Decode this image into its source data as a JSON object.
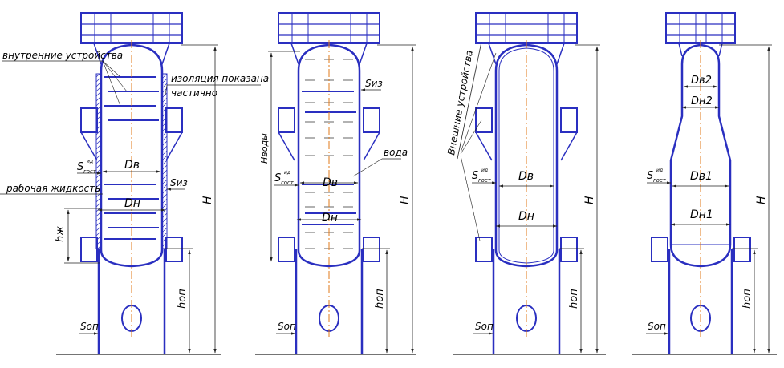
{
  "diagrams": [
    {
      "callouts": {
        "internal_devices": "внутренние устройства",
        "insulation": "изоляция показана",
        "insulation_2": "частично",
        "working_liquid": "рабочая жидкость"
      },
      "dims": {
        "wall": "S",
        "wall_sub": "гост",
        "wall_sup": "ид",
        "inner_d": "Dв",
        "outer_d": "Dн",
        "insulation_thickness": "Sиз",
        "liquid_height": "hж",
        "height": "H",
        "support_height": "hоп",
        "support_wall": "Sоп"
      }
    },
    {
      "callouts": {
        "water": "вода"
      },
      "dims": {
        "insulation_thickness": "Sиз",
        "wall": "S",
        "wall_sub": "гост",
        "wall_sup": "ид",
        "inner_d": "Dв",
        "outer_d": "Dн",
        "water_height": "Hводы",
        "height": "H",
        "support_height": "hоп",
        "support_wall": "Sоп"
      }
    },
    {
      "callouts": {
        "external_devices": "Внешние устройства"
      },
      "dims": {
        "wall": "S",
        "wall_sub": "гост",
        "wall_sup": "ид",
        "inner_d": "Dв",
        "outer_d": "Dн",
        "height": "H",
        "support_height": "hоп",
        "support_wall": "Sоп"
      }
    },
    {
      "dims": {
        "inner_d2": "Dв2",
        "outer_d2": "Dн2",
        "wall": "S",
        "wall_sub": "гост",
        "wall_sup": "ид",
        "inner_d1": "Dв1",
        "outer_d1": "Dн1",
        "height": "H",
        "support_height": "hоп",
        "support_wall": "Sоп"
      }
    }
  ],
  "colors": {
    "vessel": "#2a2fc0",
    "centerline": "#e07a1a",
    "dimension": "#222222",
    "weld": "#18b0a0"
  }
}
